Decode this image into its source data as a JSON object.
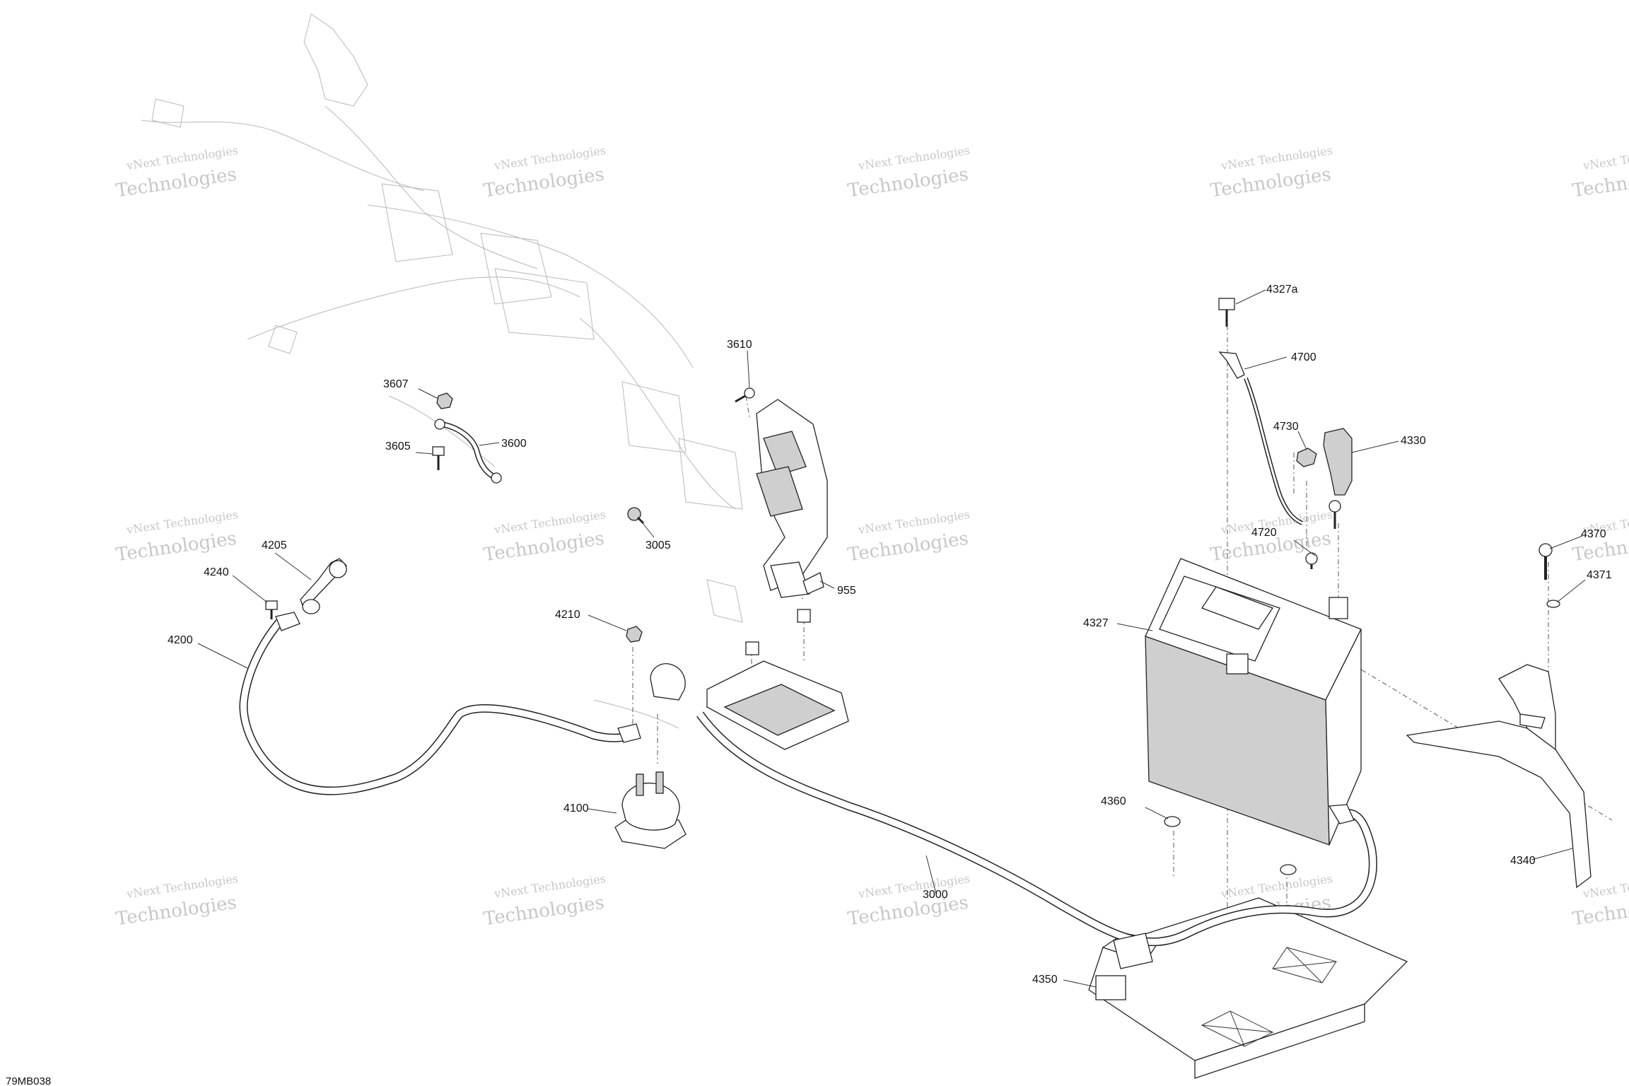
{
  "diagram_id": "79MB038",
  "watermark": {
    "line1": "vNext Technologies",
    "line2": "Technologies"
  },
  "callouts": {
    "c4327a": "4327a",
    "c4700": "4700",
    "c4730": "4730",
    "c4330": "4330",
    "c4720": "4720",
    "c4370": "4370",
    "c4371": "4371",
    "c4327": "4327",
    "c4360": "4360",
    "c4340": "4340",
    "c4350": "4350",
    "c3000": "3000",
    "c3610": "3610",
    "c3607": "3607",
    "c3605": "3605",
    "c3600": "3600",
    "c3005": "3005",
    "c955": "955",
    "c4205": "4205",
    "c4240": "4240",
    "c4200": "4200",
    "c4210": "4210",
    "c4100": "4100"
  }
}
